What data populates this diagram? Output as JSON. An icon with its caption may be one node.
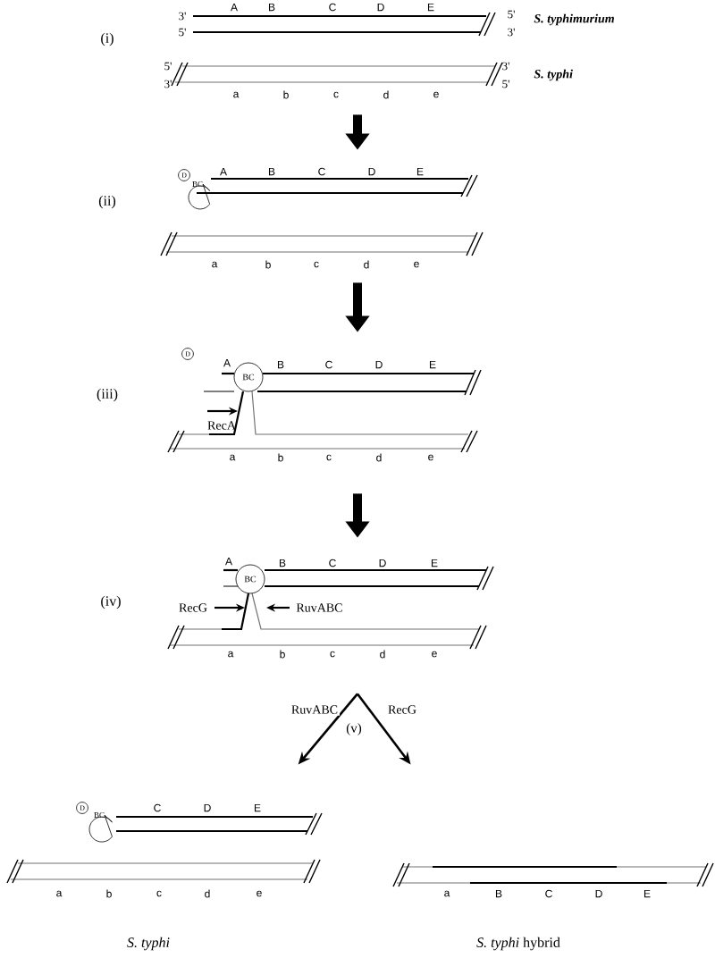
{
  "diagram": {
    "nodes": [
      {
        "text": [],
        "shape": "picture",
        "beside": [
          "(i)"
        ]
      },
      {
        "text": [],
        "shape": "picture",
        "beside": [
          "(ii)"
        ]
      },
      {
        "text": [
          "D"
        ],
        "in": 1
      },
      {
        "text": [
          "BC"
        ],
        "in": 1
      },
      {
        "text": [],
        "shape": "picture",
        "beside": [
          "(iii)"
        ]
      },
      {
        "text": [
          "D"
        ],
        "in": 4
      },
      {
        "text": [
          "BC"
        ],
        "in": 4
      },
      {
        "text": [],
        "shape": "picture",
        "beside": [
          "(iv)"
        ]
      },
      {
        "text": [
          "BC"
        ],
        "in": 7
      },
      {
        "text": [],
        "shape": "picture",
        "beside": [
          "S. typhi"
        ]
      },
      {
        "text": [
          "D"
        ],
        "in": 9
      },
      {
        "text": [
          "BC"
        ],
        "in": 9
      },
      {
        "text": [],
        "shape": "picture",
        "beside": [
          "*S. typhi* hybrid"
        ]
      }
    ],
    "edges": [
      {
        "from": 0,
        "to": 1,
        "arrow": "to"
      },
      {
        "from": 1,
        "to": 4,
        "arrow": "to"
      },
      {
        "from": 4,
        "to": 7,
        "arrow": "to"
      },
      {
        "from": 7,
        "to": 9,
        "arrow": "to",
        "label": "RuvABC"
      },
      {
        "from": 7,
        "to": 12,
        "arrow": "to",
        "label": "RecG"
      }
    ],
    "labels": [
      "3'",
      "A",
      "B",
      "C",
      "D",
      "E",
      "5'",
      "S. typhimurium",
      "5'",
      "3'",
      "5'",
      "3'",
      "S. typhi",
      "3'",
      "5'",
      "a",
      "b",
      "c",
      "d",
      "e",
      "A",
      "B",
      "C",
      "D",
      "E",
      "a",
      "b",
      "c",
      "d",
      "e",
      "A",
      "B",
      "C",
      "D",
      "E",
      "RecA",
      "a",
      "b",
      "c",
      "d",
      "e",
      "A",
      "B",
      "C",
      "D",
      "E",
      "RecG",
      "RuvABC",
      "a",
      "b",
      "c",
      "d",
      "e",
      "(v)",
      "C",
      "D",
      "E",
      "a",
      "b",
      "c",
      "d",
      "e",
      "a",
      "B",
      "C",
      "D",
      "E"
    ]
  }
}
